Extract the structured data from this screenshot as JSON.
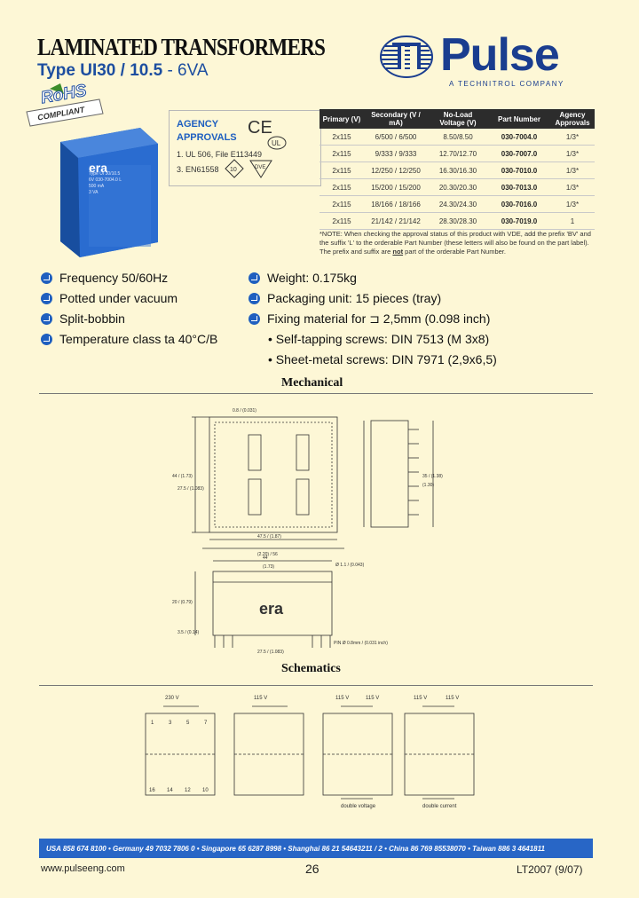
{
  "header": {
    "title": "LAMINATED TRANSFORMERS",
    "subtitle_type": "Type",
    "subtitle_model": "UI30 / 10.5",
    "subtitle_rating": " - 6VA"
  },
  "logo": {
    "name": "Pulse",
    "tagline": "A TECHNITROL COMPANY"
  },
  "rohs": {
    "text1": "RoHS",
    "text2": "COMPLIANT"
  },
  "product_label": {
    "brand": "era",
    "line1": "Type UI 30/10.5",
    "line2": "6V 030-7004.0 L",
    "line3": "500 mA",
    "line4": "3 VA"
  },
  "agency": {
    "heading_line1": "AGENCY",
    "heading_line2": "APPROVALS",
    "ce": "CE",
    "item1": "1. UL 506, File E113449",
    "item3": "3. EN61558"
  },
  "spec_table": {
    "headers": [
      "Primary (V)",
      "Secondary (V / mA)",
      "No-Load Voltage (V)",
      "Part Number",
      "Agency Approvals"
    ],
    "rows": [
      [
        "2x115",
        "6/500 / 6/500",
        "8.50/8.50",
        "030-7004.0",
        "1/3*"
      ],
      [
        "2x115",
        "9/333 / 9/333",
        "12.70/12.70",
        "030-7007.0",
        "1/3*"
      ],
      [
        "2x115",
        "12/250 / 12/250",
        "16.30/16.30",
        "030-7010.0",
        "1/3*"
      ],
      [
        "2x115",
        "15/200 / 15/200",
        "20.30/20.30",
        "030-7013.0",
        "1/3*"
      ],
      [
        "2x115",
        "18/166 / 18/166",
        "24.30/24.30",
        "030-7016.0",
        "1/3*"
      ],
      [
        "2x115",
        "21/142 / 21/142",
        "28.30/28.30",
        "030-7019.0",
        "1"
      ]
    ],
    "note_a": "*NOTE: When checking the approval status of this product with VDE, add the prefix 'BV' and the suffix 'L' to the orderable Part Number (these letters will also be found on the part label). The prefix and suffix are ",
    "note_not": "not",
    "note_b": " part of the orderable Part Number."
  },
  "features_left": [
    "Frequency 50/60Hz",
    "Potted under vacuum",
    "Split-bobbin",
    "Temperature class ta 40°C/B"
  ],
  "features_right": [
    "Weight: 0.175kg",
    "Packaging unit: 15 pieces (tray)",
    "Fixing material for ⊐ 2,5mm (0.098 inch)"
  ],
  "features_right_sub": [
    "• Self-tapping screws: DIN 7513 (M 3x8)",
    "• Sheet-metal screws: DIN 7971 (2,9x6,5)"
  ],
  "sections": {
    "mechanical": "Mechanical",
    "schematics": "Schematics"
  },
  "mech_labels": {
    "top": "0.8 / (0.031)",
    "left": "44 / (1.73)",
    "left_inner": "27.5 / (1.083)",
    "bottom1": "47.5 / (1.87)",
    "bottom2": "(2.20) / 56",
    "side": "35 / (1.38)",
    "side2": "(1.30)",
    "front_top1": "(1.73)",
    "front_top2": "44",
    "front_right": "Ø 1.1 / (0.043)",
    "front_h": "20 / (0.79)",
    "front_bot1": "3.5 / (0.14)",
    "front_bot2": "27.5 / (1.083)",
    "front_pins": "PIN Ø 0.8mm / (0.031 inch)",
    "brand": "era"
  },
  "schematic_labels": {
    "v230": "230 V",
    "v115": "115 V",
    "double_voltage": "double voltage",
    "double_current": "double current",
    "pins_top": [
      "1",
      "3",
      "5",
      "7"
    ],
    "pins_bottom": [
      "16",
      "14",
      "12",
      "10"
    ]
  },
  "footer": {
    "contacts": "USA 858 674 8100  •  Germany 49 7032 7806 0  •  Singapore 65 6287 8998  •  Shanghai 86 21 54643211 / 2  •  China 86 769 85538070  •  Taiwan 886 3 4641811",
    "website": "www.pulseeng.com",
    "page": "26",
    "doc": "LT2007 (9/07)"
  }
}
